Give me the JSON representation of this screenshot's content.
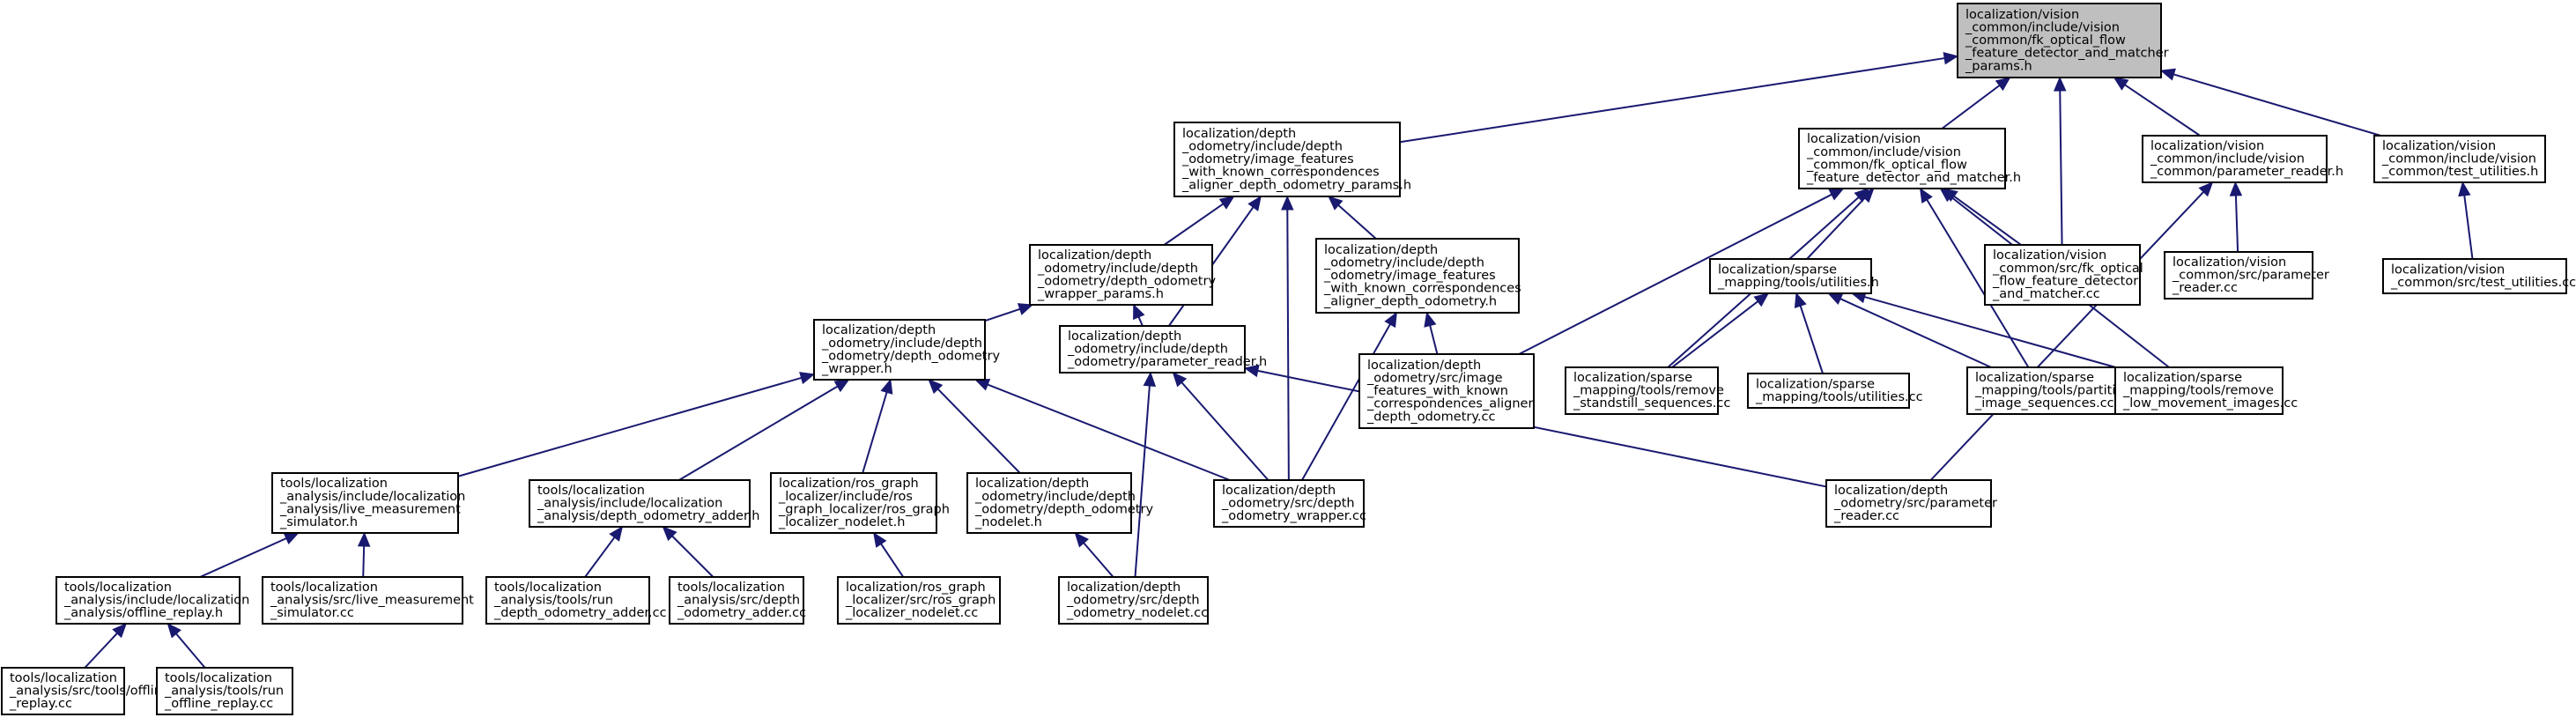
{
  "colors": {
    "edge": "#191970",
    "root_fill": "#bfbfbf",
    "node_fill": "#ffffff",
    "node_border": "#000000"
  },
  "nodes": [
    {
      "id": "root",
      "lines": [
        "localization/vision",
        "_common/include/vision",
        "_common/fk_optical_flow",
        "_feature_detector_and_matcher",
        "_params.h"
      ]
    },
    {
      "id": "depth_aligner_params",
      "lines": [
        "localization/depth",
        "_odometry/include/depth",
        "_odometry/image_features",
        "_with_known_correspondences",
        "_aligner_depth_odometry_params.h"
      ]
    },
    {
      "id": "fk_matcher_h",
      "lines": [
        "localization/vision",
        "_common/include/vision",
        "_common/fk_optical_flow",
        "_feature_detector_and_matcher.h"
      ]
    },
    {
      "id": "param_reader_h",
      "lines": [
        "localization/vision",
        "_common/include/vision",
        "_common/parameter_reader.h"
      ]
    },
    {
      "id": "test_utilities_h",
      "lines": [
        "localization/vision",
        "_common/include/vision",
        "_common/test_utilities.h"
      ]
    },
    {
      "id": "wrapper_params_h",
      "lines": [
        "localization/depth",
        "_odometry/include/depth",
        "_odometry/depth_odometry",
        "_wrapper_params.h"
      ]
    },
    {
      "id": "aligner_depth_odometry_h",
      "lines": [
        "localization/depth",
        "_odometry/include/depth",
        "_odometry/image_features",
        "_with_known_correspondences",
        "_aligner_depth_odometry.h"
      ]
    },
    {
      "id": "sparse_utilities_h",
      "lines": [
        "localization/sparse",
        "_mapping/tools/utilities.h"
      ]
    },
    {
      "id": "fk_matcher_cc",
      "lines": [
        "localization/vision",
        "_common/src/fk_optical",
        "_flow_feature_detector",
        "_and_matcher.cc"
      ]
    },
    {
      "id": "param_reader_cc",
      "lines": [
        "localization/vision",
        "_common/src/parameter",
        "_reader.cc"
      ]
    },
    {
      "id": "test_utilities_cc",
      "lines": [
        "localization/vision",
        "_common/src/test_utilities.cc"
      ]
    },
    {
      "id": "wrapper_h",
      "lines": [
        "localization/depth",
        "_odometry/include/depth",
        "_odometry/depth_odometry",
        "_wrapper.h"
      ]
    },
    {
      "id": "depth_param_reader_h",
      "lines": [
        "localization/depth",
        "_odometry/include/depth",
        "_odometry/parameter_reader.h"
      ]
    },
    {
      "id": "aligner_cc",
      "lines": [
        "localization/depth",
        "_odometry/src/image",
        "_features_with_known",
        "_correspondences_aligner",
        "_depth_odometry.cc"
      ]
    },
    {
      "id": "remove_standstill_cc",
      "lines": [
        "localization/sparse",
        "_mapping/tools/remove",
        "_standstill_sequences.cc"
      ]
    },
    {
      "id": "sparse_utilities_cc",
      "lines": [
        "localization/sparse",
        "_mapping/tools/utilities.cc"
      ]
    },
    {
      "id": "partition_cc",
      "lines": [
        "localization/sparse",
        "_mapping/tools/partition",
        "_image_sequences.cc"
      ]
    },
    {
      "id": "remove_low_movement_cc",
      "lines": [
        "localization/sparse",
        "_mapping/tools/remove",
        "_low_movement_images.cc"
      ]
    },
    {
      "id": "live_sim_h",
      "lines": [
        "tools/localization",
        "_analysis/include/localization",
        "_analysis/live_measurement",
        "_simulator.h"
      ]
    },
    {
      "id": "adder_h",
      "lines": [
        "tools/localization",
        "_analysis/include/localization",
        "_analysis/depth_odometry_adder.h"
      ]
    },
    {
      "id": "ros_graph_nodelet_h",
      "lines": [
        "localization/ros_graph",
        "_localizer/include/ros",
        "_graph_localizer/ros_graph",
        "_localizer_nodelet.h"
      ]
    },
    {
      "id": "depth_nodelet_h",
      "lines": [
        "localization/depth",
        "_odometry/include/depth",
        "_odometry/depth_odometry",
        "_nodelet.h"
      ]
    },
    {
      "id": "wrapper_cc",
      "lines": [
        "localization/depth",
        "_odometry/src/depth",
        "_odometry_wrapper.cc"
      ]
    },
    {
      "id": "depth_param_reader_cc",
      "lines": [
        "localization/depth",
        "_odometry/src/parameter",
        "_reader.cc"
      ]
    },
    {
      "id": "offline_replay_h",
      "lines": [
        "tools/localization",
        "_analysis/include/localization",
        "_analysis/offline_replay.h"
      ]
    },
    {
      "id": "live_sim_cc",
      "lines": [
        "tools/localization",
        "_analysis/src/live_measurement",
        "_simulator.cc"
      ]
    },
    {
      "id": "run_adder_cc",
      "lines": [
        "tools/localization",
        "_analysis/tools/run",
        "_depth_odometry_adder.cc"
      ]
    },
    {
      "id": "adder_cc",
      "lines": [
        "tools/localization",
        "_analysis/src/depth",
        "_odometry_adder.cc"
      ]
    },
    {
      "id": "ros_graph_nodelet_cc",
      "lines": [
        "localization/ros_graph",
        "_localizer/src/ros_graph",
        "_localizer_nodelet.cc"
      ]
    },
    {
      "id": "depth_nodelet_cc",
      "lines": [
        "localization/depth",
        "_odometry/src/depth",
        "_odometry_nodelet.cc"
      ]
    },
    {
      "id": "offline_replay_cc",
      "lines": [
        "tools/localization",
        "_analysis/src/tools/offline",
        "_replay.cc"
      ]
    },
    {
      "id": "run_offline_replay_cc",
      "lines": [
        "tools/localization",
        "_analysis/tools/run",
        "_offline_replay.cc"
      ]
    }
  ],
  "edges": [
    [
      "depth_aligner_params",
      "root"
    ],
    [
      "fk_matcher_h",
      "root"
    ],
    [
      "fk_matcher_cc",
      "root"
    ],
    [
      "param_reader_h",
      "root"
    ],
    [
      "test_utilities_h",
      "root"
    ],
    [
      "wrapper_params_h",
      "depth_aligner_params"
    ],
    [
      "depth_param_reader_h",
      "depth_aligner_params"
    ],
    [
      "wrapper_cc",
      "depth_aligner_params"
    ],
    [
      "aligner_depth_odometry_h",
      "depth_aligner_params"
    ],
    [
      "aligner_cc",
      "fk_matcher_h"
    ],
    [
      "remove_standstill_cc",
      "fk_matcher_h"
    ],
    [
      "sparse_utilities_h",
      "fk_matcher_h"
    ],
    [
      "partition_cc",
      "fk_matcher_h"
    ],
    [
      "remove_low_movement_cc",
      "fk_matcher_h"
    ],
    [
      "fk_matcher_cc",
      "fk_matcher_h"
    ],
    [
      "param_reader_cc",
      "param_reader_h"
    ],
    [
      "depth_param_reader_cc",
      "param_reader_h"
    ],
    [
      "test_utilities_cc",
      "test_utilities_h"
    ],
    [
      "wrapper_h",
      "wrapper_params_h"
    ],
    [
      "depth_param_reader_h",
      "wrapper_params_h"
    ],
    [
      "aligner_cc",
      "aligner_depth_odometry_h"
    ],
    [
      "wrapper_cc",
      "aligner_depth_odometry_h"
    ],
    [
      "remove_standstill_cc",
      "sparse_utilities_h"
    ],
    [
      "sparse_utilities_cc",
      "sparse_utilities_h"
    ],
    [
      "partition_cc",
      "sparse_utilities_h"
    ],
    [
      "remove_low_movement_cc",
      "sparse_utilities_h"
    ],
    [
      "live_sim_h",
      "wrapper_h"
    ],
    [
      "adder_h",
      "wrapper_h"
    ],
    [
      "ros_graph_nodelet_h",
      "wrapper_h"
    ],
    [
      "depth_nodelet_h",
      "wrapper_h"
    ],
    [
      "wrapper_cc",
      "wrapper_h"
    ],
    [
      "wrapper_cc",
      "depth_param_reader_h"
    ],
    [
      "depth_nodelet_cc",
      "depth_param_reader_h"
    ],
    [
      "depth_param_reader_cc",
      "depth_param_reader_h"
    ],
    [
      "offline_replay_h",
      "live_sim_h"
    ],
    [
      "live_sim_cc",
      "live_sim_h"
    ],
    [
      "run_adder_cc",
      "adder_h"
    ],
    [
      "adder_cc",
      "adder_h"
    ],
    [
      "ros_graph_nodelet_cc",
      "ros_graph_nodelet_h"
    ],
    [
      "depth_nodelet_cc",
      "depth_nodelet_h"
    ],
    [
      "offline_replay_cc",
      "offline_replay_h"
    ],
    [
      "run_offline_replay_cc",
      "offline_replay_h"
    ]
  ]
}
